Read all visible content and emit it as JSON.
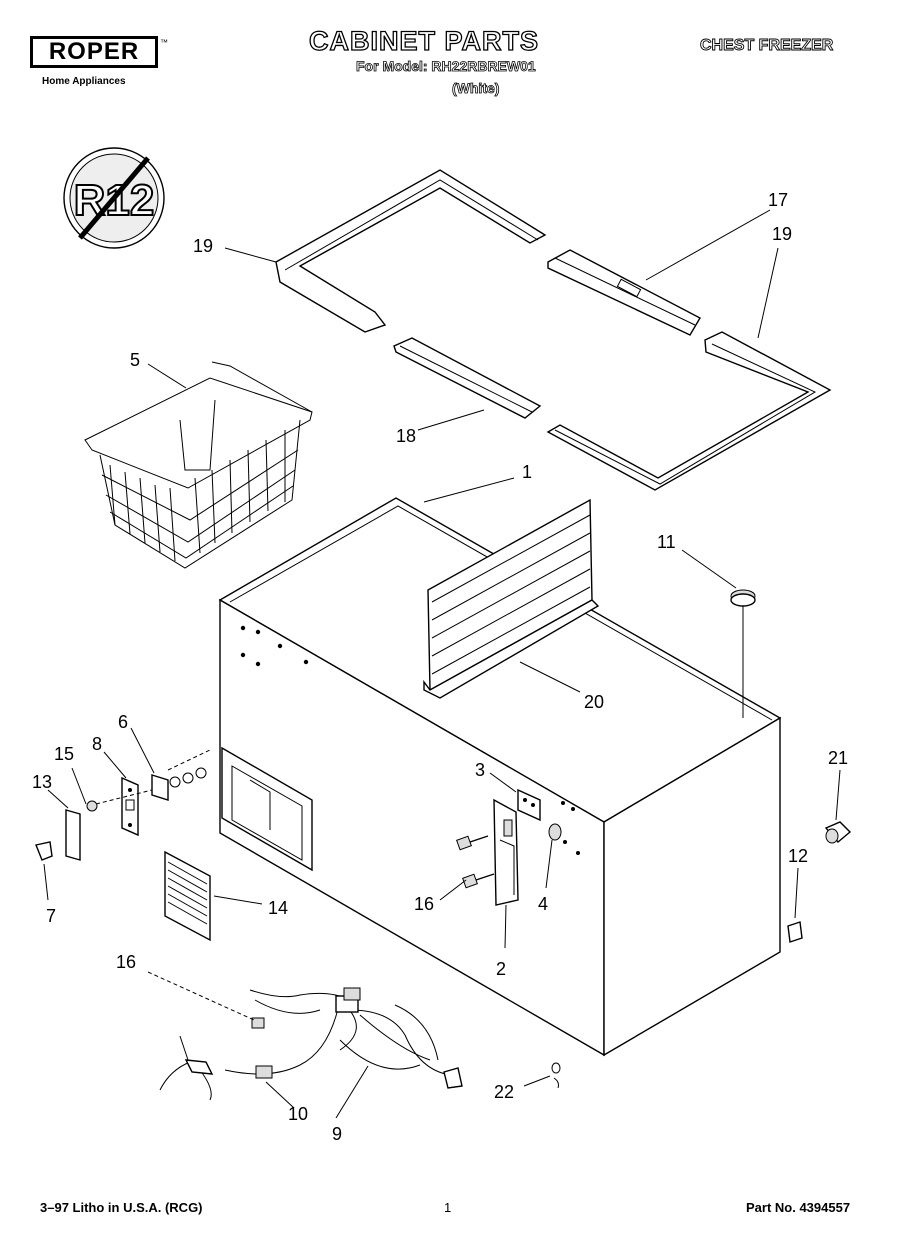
{
  "header": {
    "brand": "ROPER",
    "brand_tm": "™",
    "brand_subtitle": "Home Appliances",
    "title": "CABINET PARTS",
    "model_line": "For Model: RH22RBREW01",
    "color_variant": "(White)",
    "category": "CHEST FREEZER"
  },
  "badge": {
    "text": "R12"
  },
  "callouts": [
    "1",
    "2",
    "3",
    "4",
    "5",
    "6",
    "7",
    "8",
    "9",
    "10",
    "11",
    "12",
    "13",
    "14",
    "15",
    "16",
    "16",
    "17",
    "18",
    "19",
    "19",
    "20",
    "21",
    "22"
  ],
  "footer": {
    "left": "3–97 Litho in U.S.A. (RCG)",
    "page": "1",
    "part_number": "Part No. 4394557"
  }
}
